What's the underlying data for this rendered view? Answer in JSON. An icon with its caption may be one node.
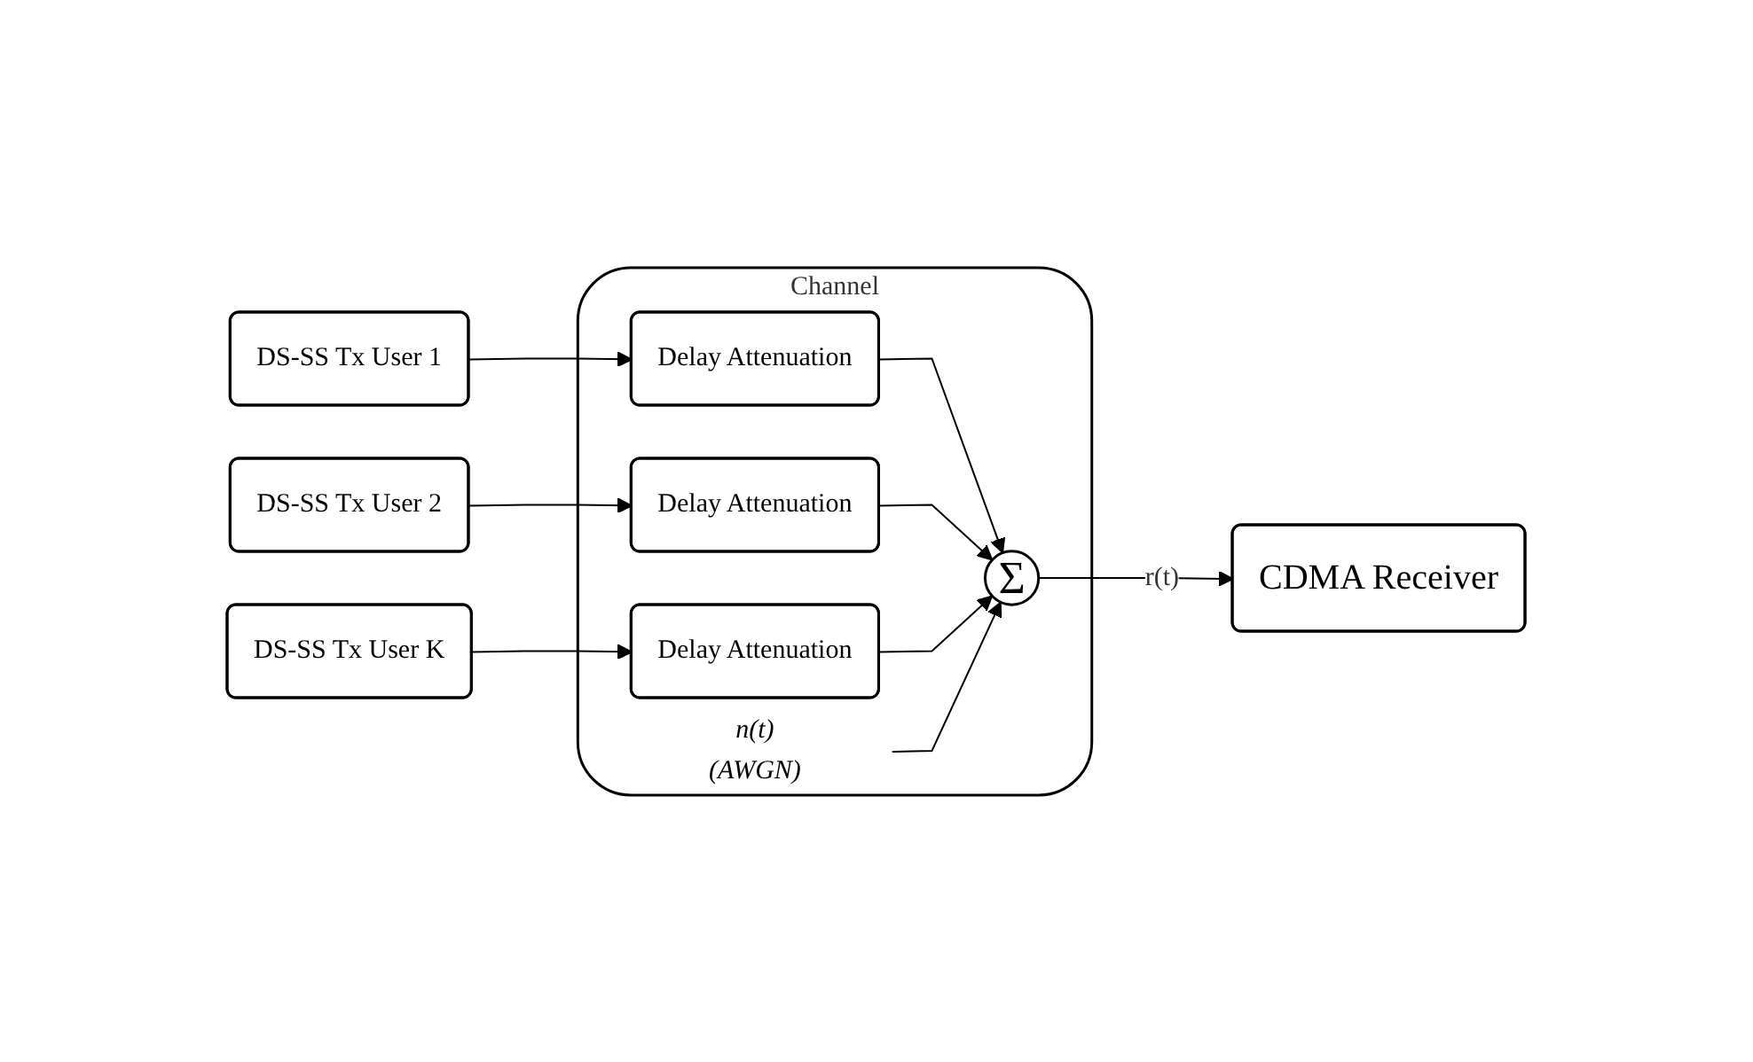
{
  "diagram": {
    "nodes": [
      {
        "text": [
          "DS-SS Tx User 1"
        ]
      },
      {
        "text": [
          "DS-SS Tx User 2"
        ]
      },
      {
        "text": [
          "DS-SS Tx User K"
        ]
      },
      {
        "text": [
          "Channel"
        ]
      },
      {
        "text": [
          "Delay Attenuation"
        ],
        "in": 3
      },
      {
        "text": [
          "Delay Attenuation"
        ],
        "in": 3
      },
      {
        "text": [
          "Delay Attenuation"
        ],
        "in": 3
      },
      {
        "text": [
          "Σ"
        ],
        "in": 3
      },
      {
        "text": [
          "n(t)",
          "(AWGN)"
        ],
        "in": 3
      },
      {
        "text": [
          "CDMA Receiver"
        ]
      }
    ],
    "edges": [
      {
        "from": 0,
        "to": 4,
        "arrow": "to"
      },
      {
        "from": 1,
        "to": 5,
        "arrow": "to"
      },
      {
        "from": 2,
        "to": 6,
        "arrow": "to"
      },
      {
        "from": 4,
        "to": 7,
        "arrow": "to"
      },
      {
        "from": 5,
        "to": 7,
        "arrow": "to"
      },
      {
        "from": 6,
        "to": 7,
        "arrow": "to"
      },
      {
        "from": 8,
        "to": 7,
        "arrow": "to"
      },
      {
        "from": 7,
        "to": 9,
        "arrow": "to",
        "label": "r(t)"
      }
    ]
  }
}
